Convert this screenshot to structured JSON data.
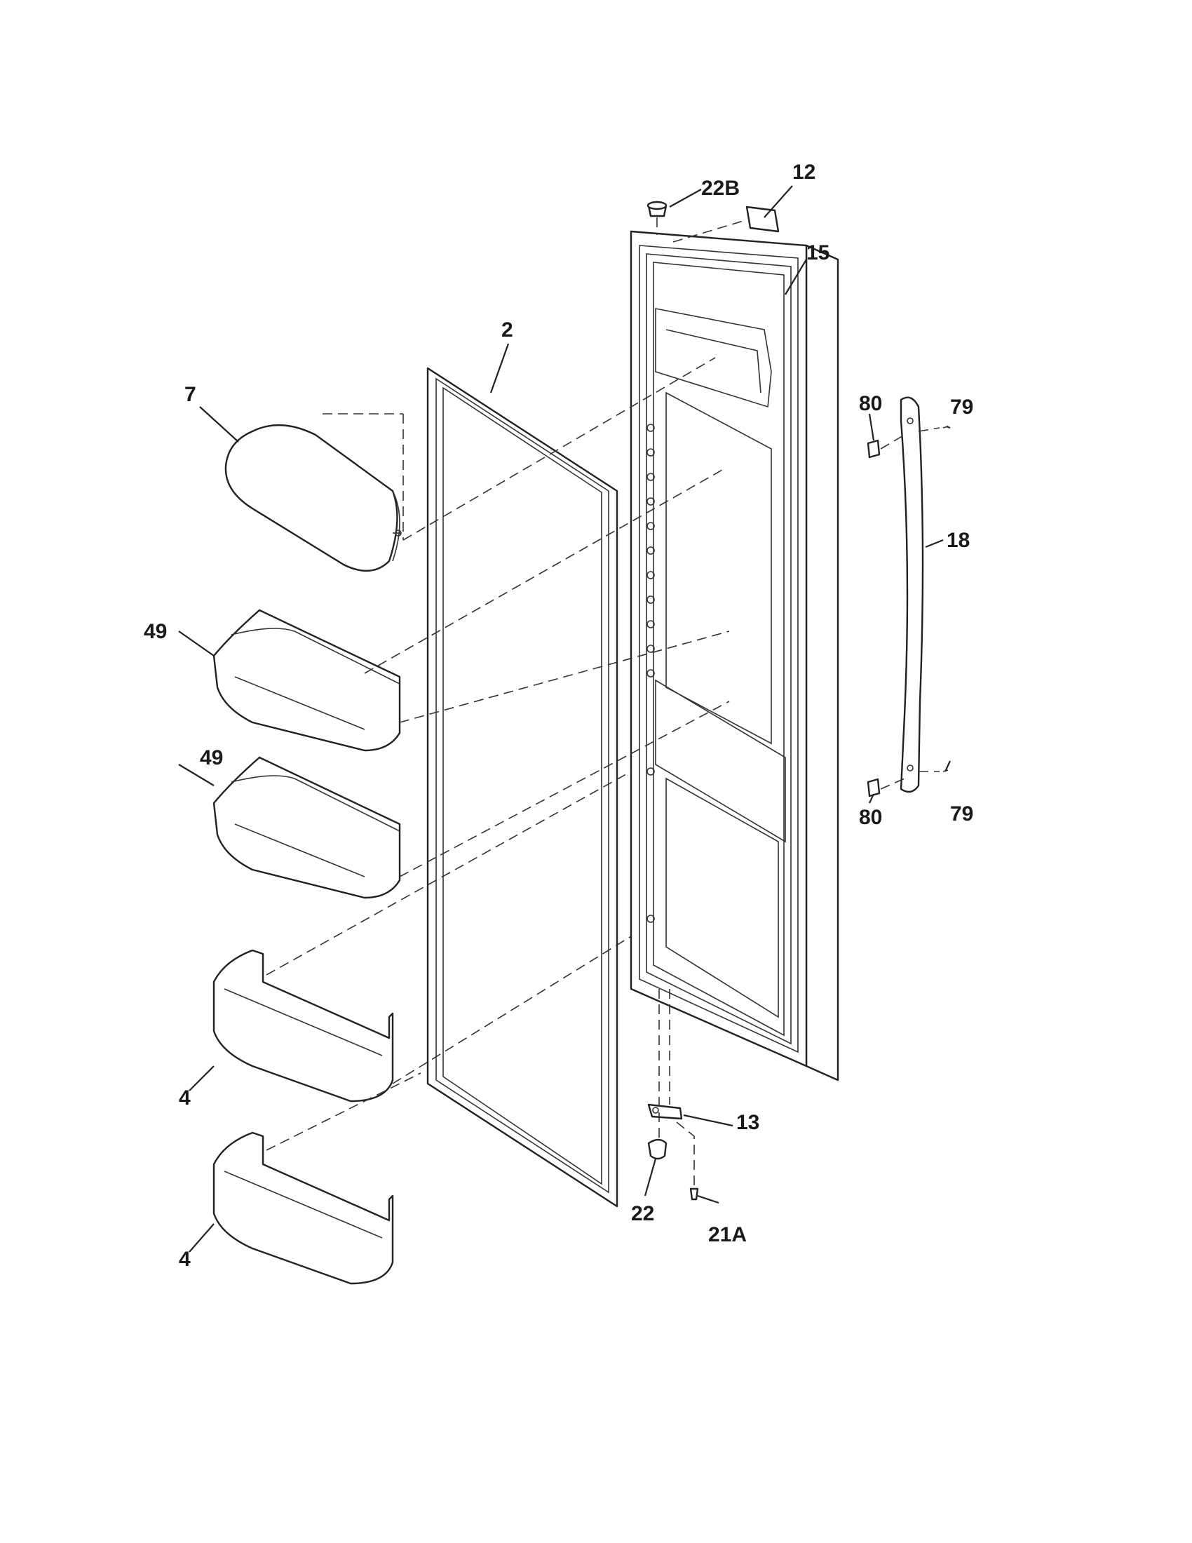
{
  "callouts": {
    "c22b": "22B",
    "c12": "12",
    "c15": "15",
    "c2": "2",
    "c7": "7",
    "c80_top": "80",
    "c79_top": "79",
    "c18": "18",
    "c49_top": "49",
    "c49_bottom": "49",
    "c80_bottom": "80",
    "c79_bottom": "79",
    "c4_top": "4",
    "c13": "13",
    "c22": "22",
    "c21a": "21A",
    "c4_bottom": "4"
  }
}
